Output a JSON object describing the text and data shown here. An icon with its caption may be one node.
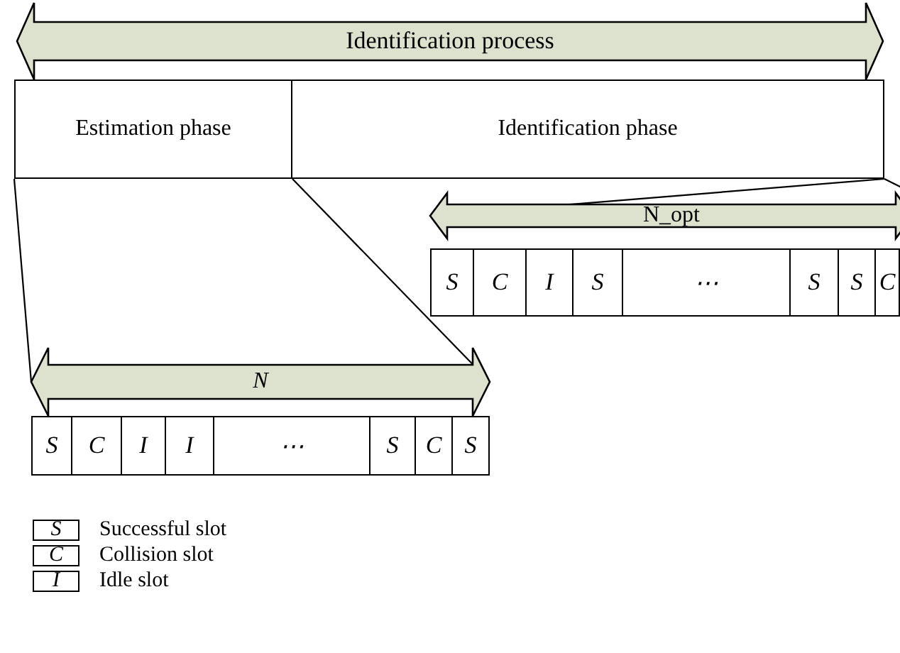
{
  "diagram": {
    "nodes": [
      {
        "text": [
          "Identification process"
        ]
      },
      {
        "text": [
          "Estimation phase"
        ]
      },
      {
        "text": [
          "Identification phase"
        ]
      },
      {
        "text": [
          "N_opt"
        ]
      },
      {
        "text": [
          "S"
        ]
      },
      {
        "text": [
          "C"
        ]
      },
      {
        "text": [
          "I"
        ]
      },
      {
        "text": [
          "S"
        ]
      },
      {
        "text": [
          "⋯"
        ]
      },
      {
        "text": [
          "S"
        ]
      },
      {
        "text": [
          "S"
        ]
      },
      {
        "text": [
          "C"
        ]
      },
      {
        "text": [
          "N"
        ]
      },
      {
        "text": [
          "S"
        ]
      },
      {
        "text": [
          "C"
        ]
      },
      {
        "text": [
          "I"
        ]
      },
      {
        "text": [
          "I"
        ]
      },
      {
        "text": [
          "⋯"
        ]
      },
      {
        "text": [
          "S"
        ]
      },
      {
        "text": [
          "C"
        ]
      },
      {
        "text": [
          "S"
        ]
      }
    ],
    "edges": [
      {
        "from": 1,
        "to": 12,
        "arrow": "none"
      },
      {
        "from": 1,
        "to": 12,
        "arrow": "none"
      },
      {
        "from": 2,
        "to": 3,
        "arrow": "none"
      },
      {
        "from": 2,
        "to": 3,
        "arrow": "none"
      }
    ],
    "labels": [
      "S",
      "C",
      "I"
    ],
    "legend": [
      {
        "text": "Successful slot"
      },
      {
        "text": "Collision slot"
      },
      {
        "text": "Idle slot"
      }
    ]
  }
}
